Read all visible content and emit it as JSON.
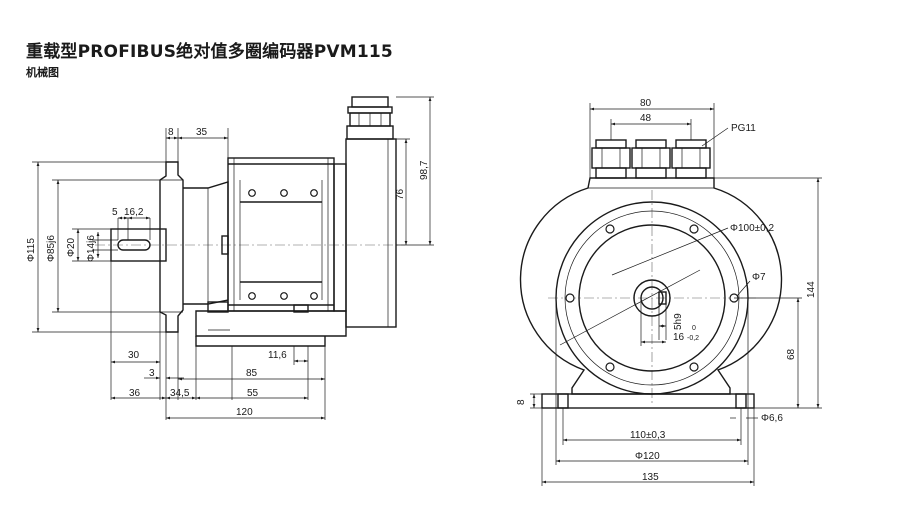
{
  "header": {
    "title": "重载型PROFIBUS绝对值多圈编码器PVM115",
    "subtitle": "机械图"
  },
  "side_view": {
    "dims": {
      "d8": "8",
      "d35": "35",
      "d5": "5",
      "d162": "16,2",
      "phi115": "Φ115",
      "phi85": "Φ85j6",
      "phi20": "Φ20",
      "phi14": "Φ14j6",
      "d987": "98,7",
      "d76": "76",
      "d30": "30",
      "d3": "3",
      "d116": "11,6",
      "d85": "85",
      "d36": "36",
      "d345": "34,5",
      "d55": "55",
      "d120": "120"
    }
  },
  "front_view": {
    "dims": {
      "d80": "80",
      "d48": "48",
      "pg11": "PG11",
      "phi100": "Φ100±0,2",
      "phi7": "Φ7",
      "d144": "144",
      "d5h9": "5h9",
      "tol_upper": "0",
      "d16": "16",
      "tol_lower": "-0,2",
      "d68": "68",
      "d8": "8",
      "phi66": "Φ6,6",
      "d110": "110±0,3",
      "phi120": "Φ120",
      "d135": "135"
    }
  }
}
